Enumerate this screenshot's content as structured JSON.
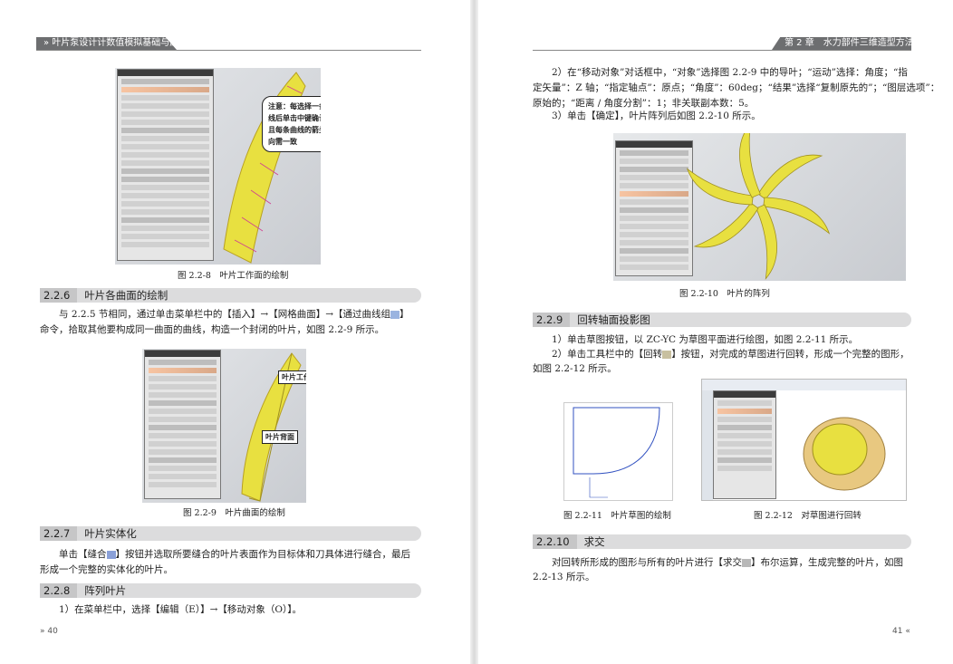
{
  "left_page": {
    "header": "叶片泵设计计数值模拟基础与应用",
    "page_number": "40",
    "figures": [
      {
        "caption": "图 2.2-8　叶片工作面的绘制",
        "callout": "注意：每选择一条曲线后单击中键确认，且每条曲线的箭头指向需一致"
      },
      {
        "caption": "图 2.2-9　叶片曲面的绘制",
        "labels": [
          "叶片工作面",
          "叶片背面"
        ]
      }
    ],
    "sections": [
      {
        "number": "2.2.6",
        "title": "叶片各曲面的绘制",
        "paragraphs": [
          "与 2.2.5 节相同，通过单击菜单栏中的【插入】→【网格曲面】→【通过曲线组",
          "】",
          "命令，拾取其他要构成同一曲面的曲线，构造一个封闭的叶片，如图 2.2-9 所示。"
        ]
      },
      {
        "number": "2.2.7",
        "title": "叶片实体化",
        "paragraphs": [
          "单击【缝合",
          "】按钮并选取所要缝合的叶片表面作为目标体和刀具体进行缝合，最后",
          "形成一个完整的实体化的叶片。"
        ]
      },
      {
        "number": "2.2.8",
        "title": "阵列叶片",
        "paragraphs": [
          "1）在菜单栏中，选择【编辑（E）】→【移动对象（O）】。"
        ]
      }
    ]
  },
  "right_page": {
    "header": "第 2 章　水力部件三维造型方法",
    "page_number": "41",
    "intro": [
      "2）在“移动对象”对话框中，“对象”选择图 2.2-9 中的导叶；“运动”选择：角度；“指",
      "定矢量”：Z 轴；“指定轴点”：原点；“角度”：60deg；“结果”选择“复制原先的”；“图层选项”：",
      "原始的；“距离 / 角度分割”：1；非关联副本数：5。",
      "3）单击【确定】，叶片阵列后如图 2.2-10 所示。"
    ],
    "figures": [
      {
        "caption": "图 2.2-10　叶片的阵列"
      },
      {
        "caption": "图 2.2-11　叶片草图的绘制"
      },
      {
        "caption": "图 2.2-12　对草图进行回转"
      }
    ],
    "sections": [
      {
        "number": "2.2.9",
        "title": "回转轴面投影图",
        "paragraphs": [
          "1）单击草图按钮，以 ZC-YC 为草图平面进行绘图，如图 2.2-11 所示。",
          "2）单击工具栏中的【回转",
          "】按钮，对完成的草图进行回转，形成一个完整的图形，",
          "如图 2.2-12 所示。"
        ]
      },
      {
        "number": "2.2.10",
        "title": "求交",
        "paragraphs": [
          "对回转所形成的图形与所有的叶片进行【求交",
          "】布尔运算，生成完整的叶片，如图",
          "2.2-13 所示。"
        ]
      }
    ]
  },
  "colors": {
    "header_bar": "#6d6e70",
    "section_bar": "#dcdcdd",
    "blade": "#e8e040"
  }
}
